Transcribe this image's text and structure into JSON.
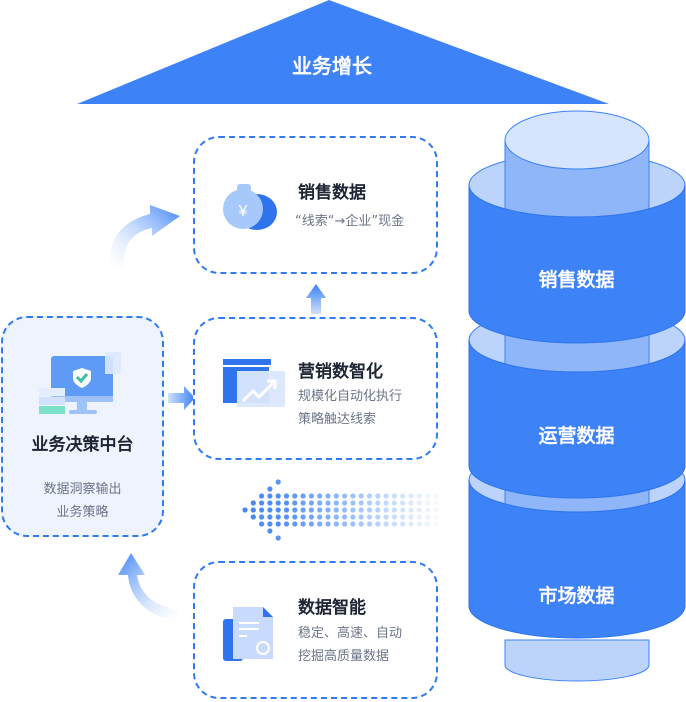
{
  "pyramid": {
    "label": "业务增长",
    "color": "#3d82f6"
  },
  "hub": {
    "title": "业务决策中台",
    "desc_lines": [
      "数据洞察输出",
      "业务策略"
    ],
    "icon": "monitor-shield-icon"
  },
  "cards": [
    {
      "id": "sales",
      "title": "销售数据",
      "desc_lines": [
        "“线索“→企业”现金"
      ],
      "icon": "money-bag-icon"
    },
    {
      "id": "marketing",
      "title": "营销数智化",
      "desc_lines": [
        "规模化自动化执行",
        "策略触达线索"
      ],
      "icon": "trend-chart-icon"
    },
    {
      "id": "intelligence",
      "title": "数据智能",
      "desc_lines": [
        "稳定、高速、自动",
        "挖掘高质量数据"
      ],
      "icon": "document-icon"
    }
  ],
  "cylinders": [
    {
      "label": "销售数据"
    },
    {
      "label": "运营数据"
    },
    {
      "label": "市场数据"
    }
  ],
  "colors": {
    "primary": "#3d82f6",
    "border": "#2f7bf0",
    "light": "#bcd4fb",
    "mid": "#8fb6f8",
    "hub_bg": "#eef3fd"
  }
}
